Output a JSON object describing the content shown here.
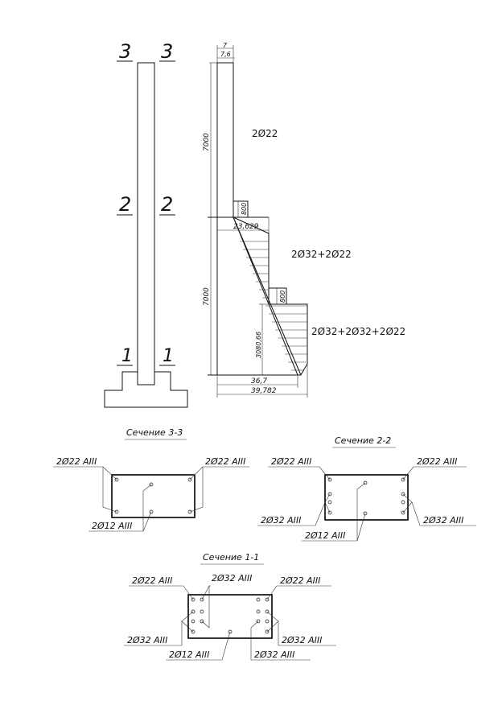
{
  "column": {
    "section_marks": [
      {
        "id": "3",
        "left": "3",
        "right": "3"
      },
      {
        "id": "2",
        "left": "2",
        "right": "2"
      },
      {
        "id": "1",
        "left": "1",
        "right": "1"
      }
    ]
  },
  "diagram": {
    "dims": {
      "top_a": "7",
      "top_b": "7,6",
      "upper_height": "7000",
      "step1": "800",
      "w_23629": "23,629",
      "lower_height": "7000",
      "step2": "800",
      "h_3080": "3080,66",
      "w_367": "36,7",
      "w_39782": "39,782"
    },
    "zones": [
      "2Ø22",
      "2Ø32+2Ø22",
      "2Ø32+2Ø32+2Ø22"
    ]
  },
  "sections": {
    "s33": {
      "title": "Сечение 3-3",
      "top_left": "2Ø22 AIII",
      "top_right": "2Ø22 AIII",
      "bottom": "2Ø12 AIII"
    },
    "s22": {
      "title": "Сечение 2-2",
      "top_left": "2Ø22 AIII",
      "top_right": "2Ø22 AIII",
      "mid_left": "2Ø32 AIII",
      "mid_right": "2Ø32 AIII",
      "bottom": "2Ø12 AIII"
    },
    "s11": {
      "title": "Сечение 1-1",
      "top_left": "2Ø22 AIII",
      "top_center": "2Ø32 AIII",
      "top_right": "2Ø22 AIII",
      "left": "2Ø32 AIII",
      "right": "2Ø32 AIII",
      "bottom": "2Ø12 AIII",
      "bottom_right": "2Ø32 AIII"
    }
  }
}
